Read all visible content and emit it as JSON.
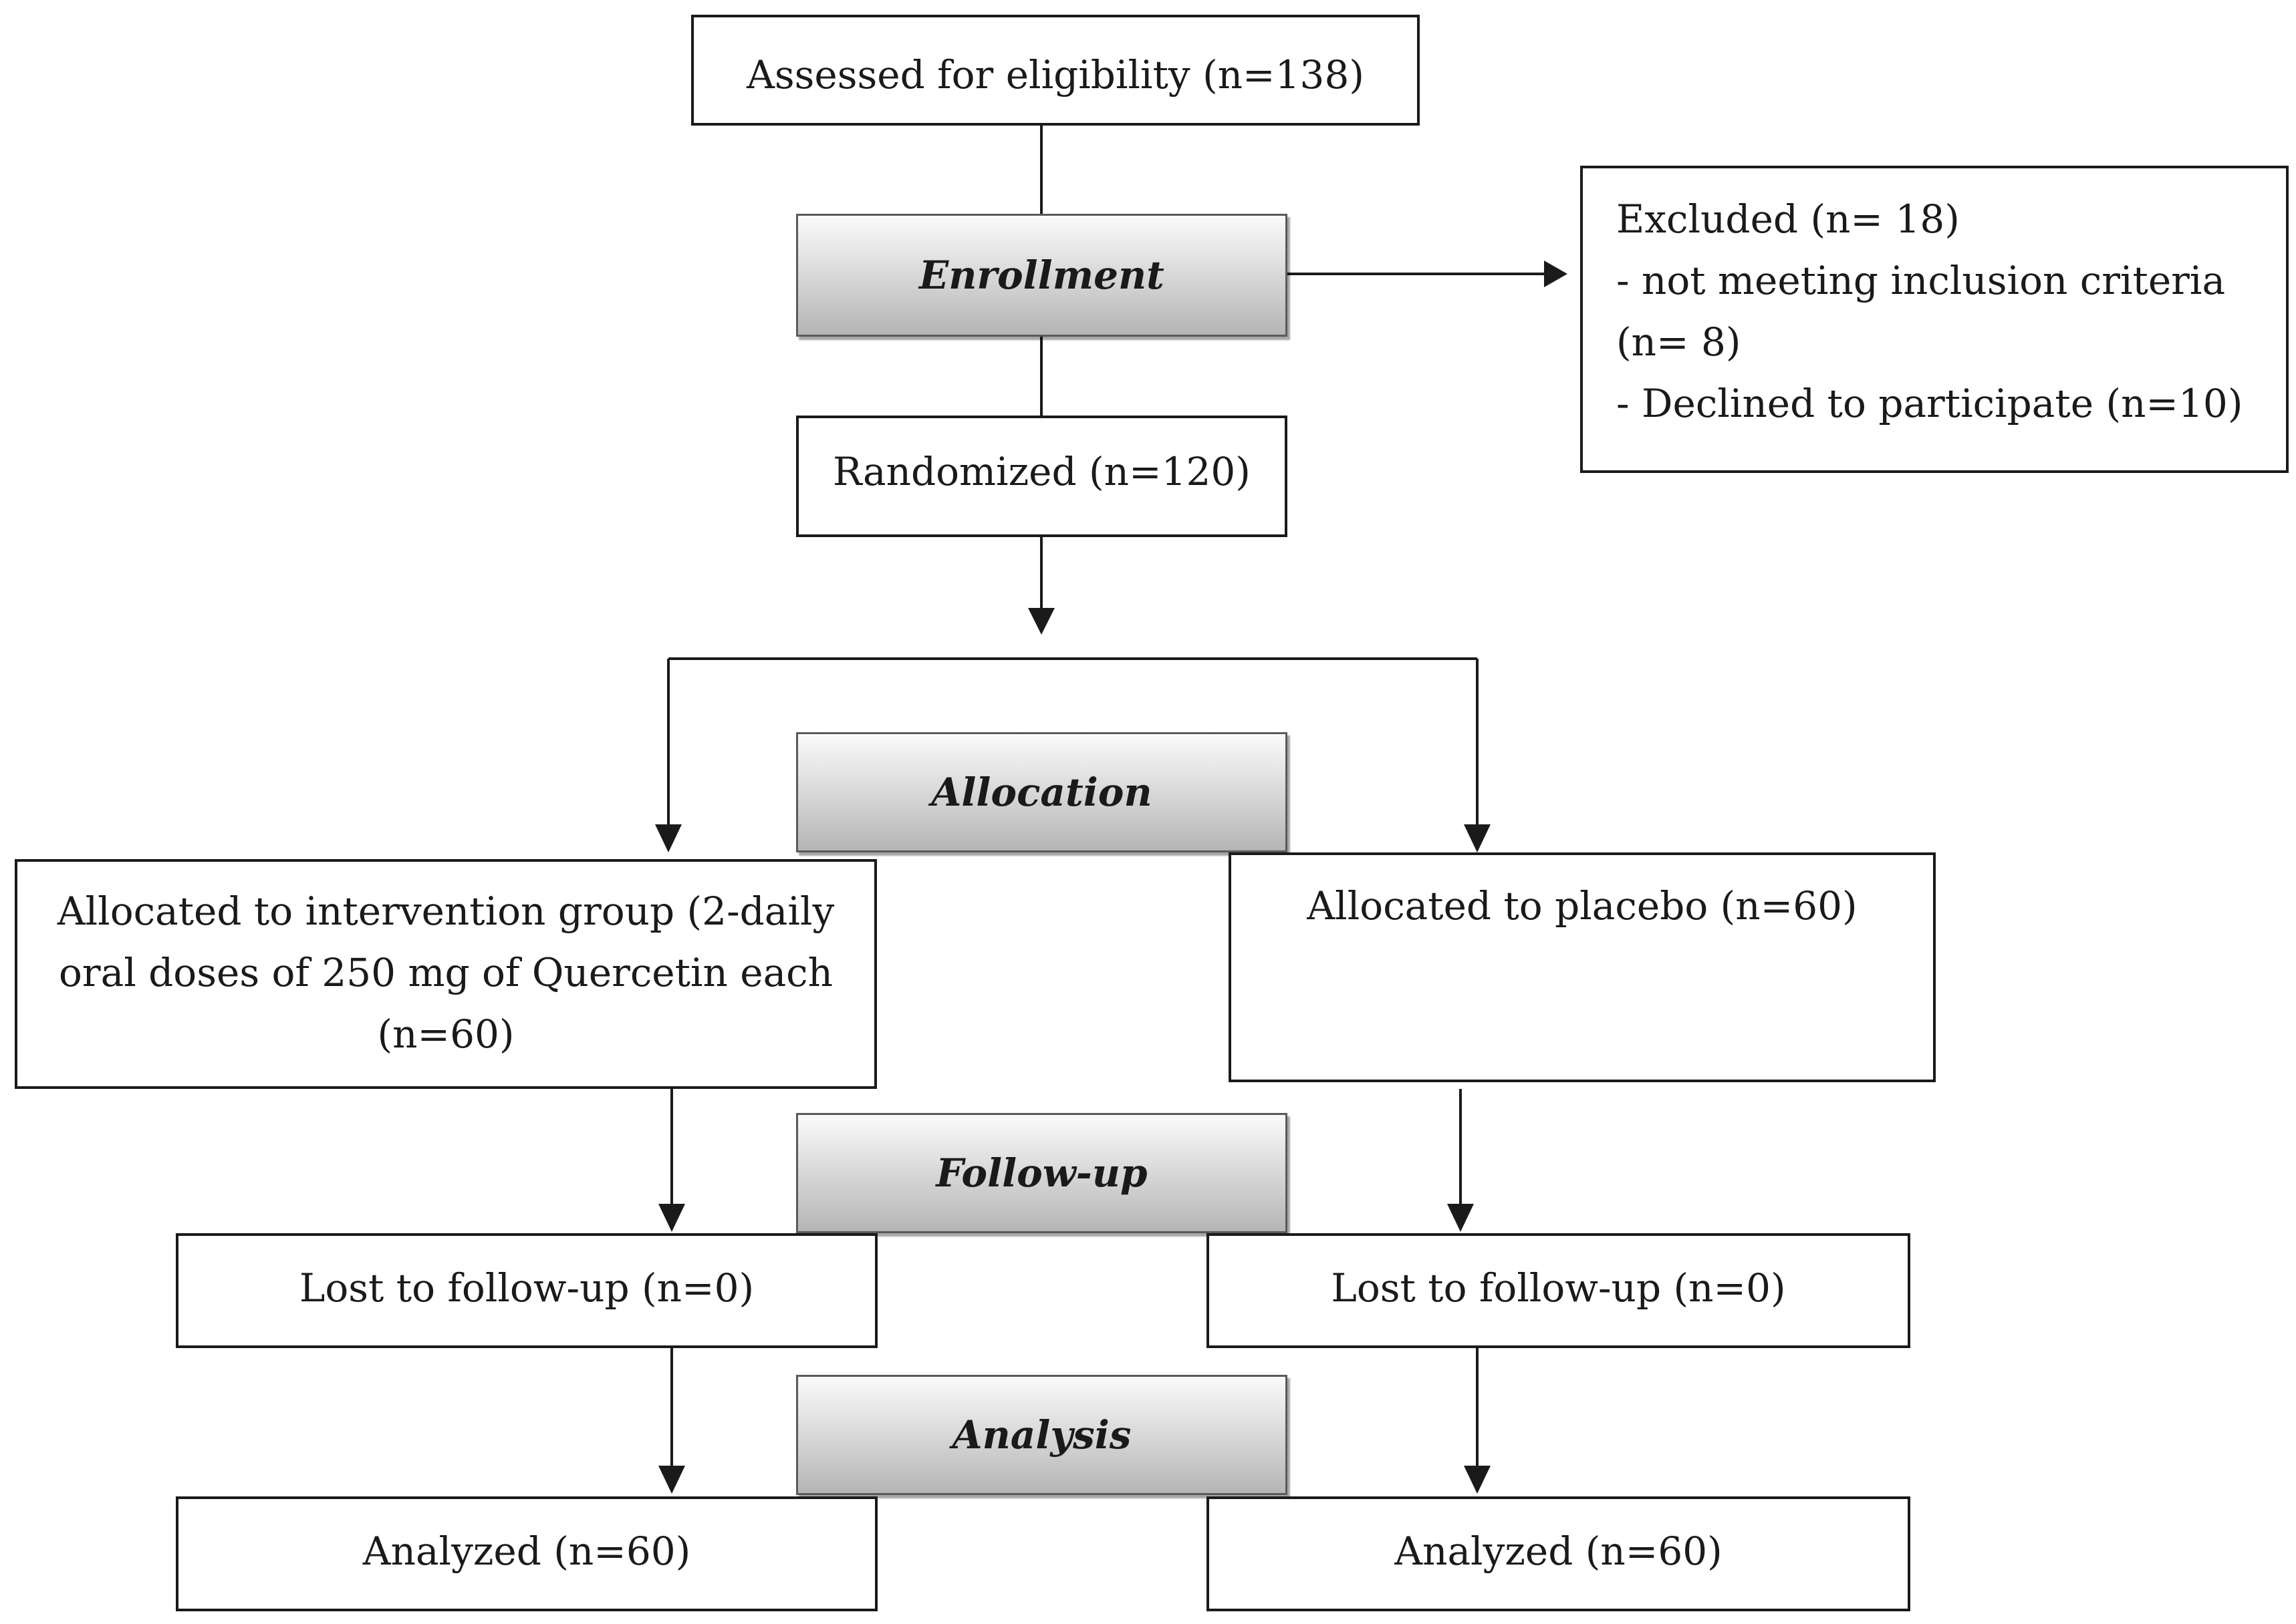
{
  "assessed": {
    "text": "Assessed for eligibility (n=138)"
  },
  "stages": {
    "enrollment": "Enrollment",
    "allocation": "Allocation",
    "followup": "Follow-up",
    "analysis": "Analysis"
  },
  "excluded": {
    "lines": [
      "Excluded (n= 18)",
      "- not meeting inclusion criteria",
      "(n= 8)",
      "- Declined to participate (n=10)"
    ]
  },
  "randomized": {
    "text": "Randomized (n=120)"
  },
  "intervention": {
    "lines": [
      "Allocated to intervention group (2-daily",
      "oral doses of 250 mg of Quercetin each",
      "(n=60)"
    ]
  },
  "placebo": {
    "text": "Allocated to placebo (n=60)"
  },
  "followup_left": {
    "text": "Lost to follow-up (n=0)"
  },
  "followup_right": {
    "text": "Lost to follow-up (n=0)"
  },
  "analyzed_left": {
    "text": "Analyzed (n=60)"
  },
  "analyzed_right": {
    "text": "Analyzed (n=60)"
  }
}
